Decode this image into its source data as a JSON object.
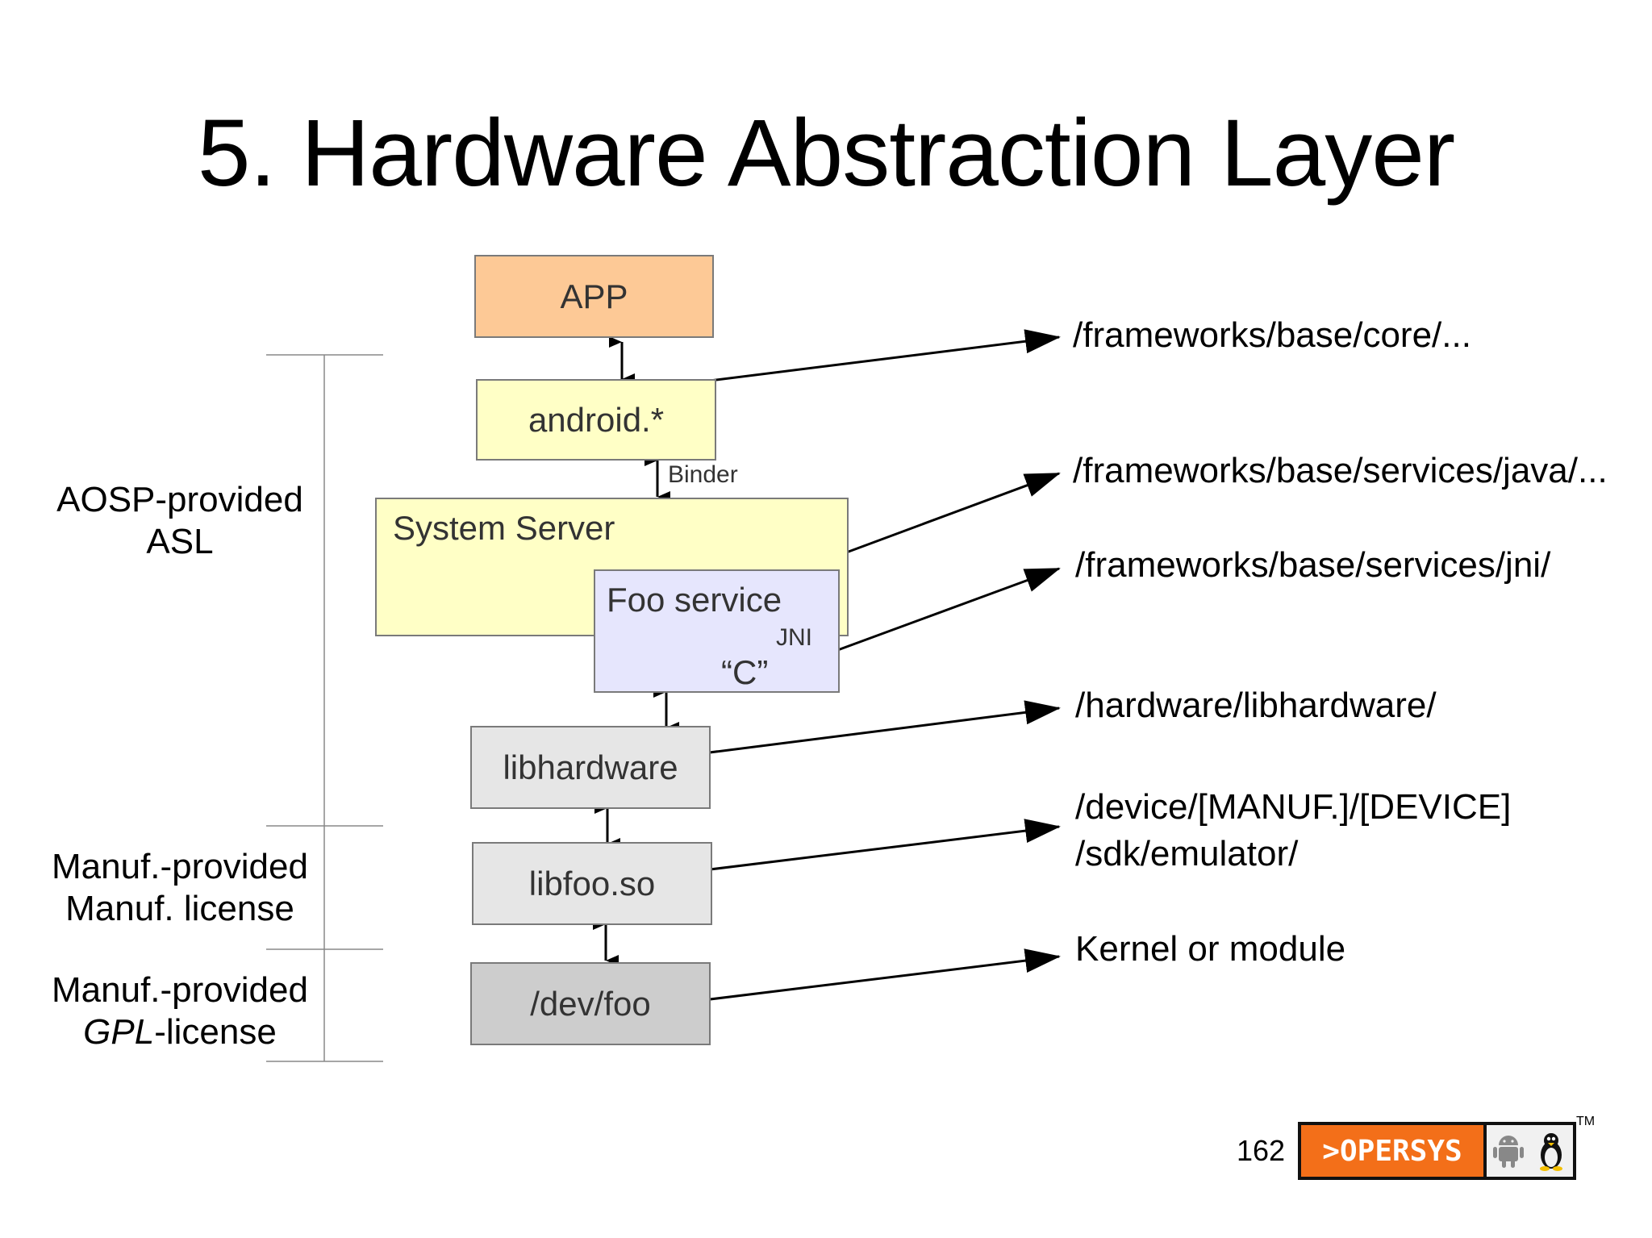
{
  "slide": {
    "title": "5. Hardware Abstraction Layer",
    "page_number": "162"
  },
  "diagram": {
    "boxes": {
      "app": "APP",
      "android": "android.*",
      "system_server": "System Server",
      "foo_service": "Foo service",
      "jni": "JNI",
      "c": "“C”",
      "libhardware": "libhardware",
      "libfoo": "libfoo.so",
      "devfoo": "/dev/foo"
    },
    "binder_label": "Binder",
    "paths": {
      "core": "/frameworks/base/core/...",
      "services_java": "/frameworks/base/services/java/...",
      "services_jni": "/frameworks/base/services/jni/",
      "libhardware": "/hardware/libhardware/",
      "device_line1": "/device/[MANUF.]/[DEVICE]",
      "device_line2": "/sdk/emulator/",
      "kernel": "Kernel or module"
    },
    "side_labels": {
      "aosp_line1": "AOSP-provided",
      "aosp_line2": "ASL",
      "manuf1_line1": "Manuf.-provided",
      "manuf1_line2": "Manuf. license",
      "manuf2_line1": "Manuf.-provided",
      "manuf2_italic": "GPL",
      "manuf2_rest": "-license"
    }
  },
  "logo": {
    "text": ">OPERSYS",
    "tm": "TM",
    "icons": [
      "android-icon",
      "tux-icon"
    ],
    "colors": {
      "orange": "#f36f19",
      "border": "#111111"
    }
  },
  "colors": {
    "app": "#fdc996",
    "yellow": "#ffffc6",
    "lavender": "#e6e6fd",
    "light_gray": "#e6e6e6",
    "dark_gray": "#cdcdcd"
  }
}
